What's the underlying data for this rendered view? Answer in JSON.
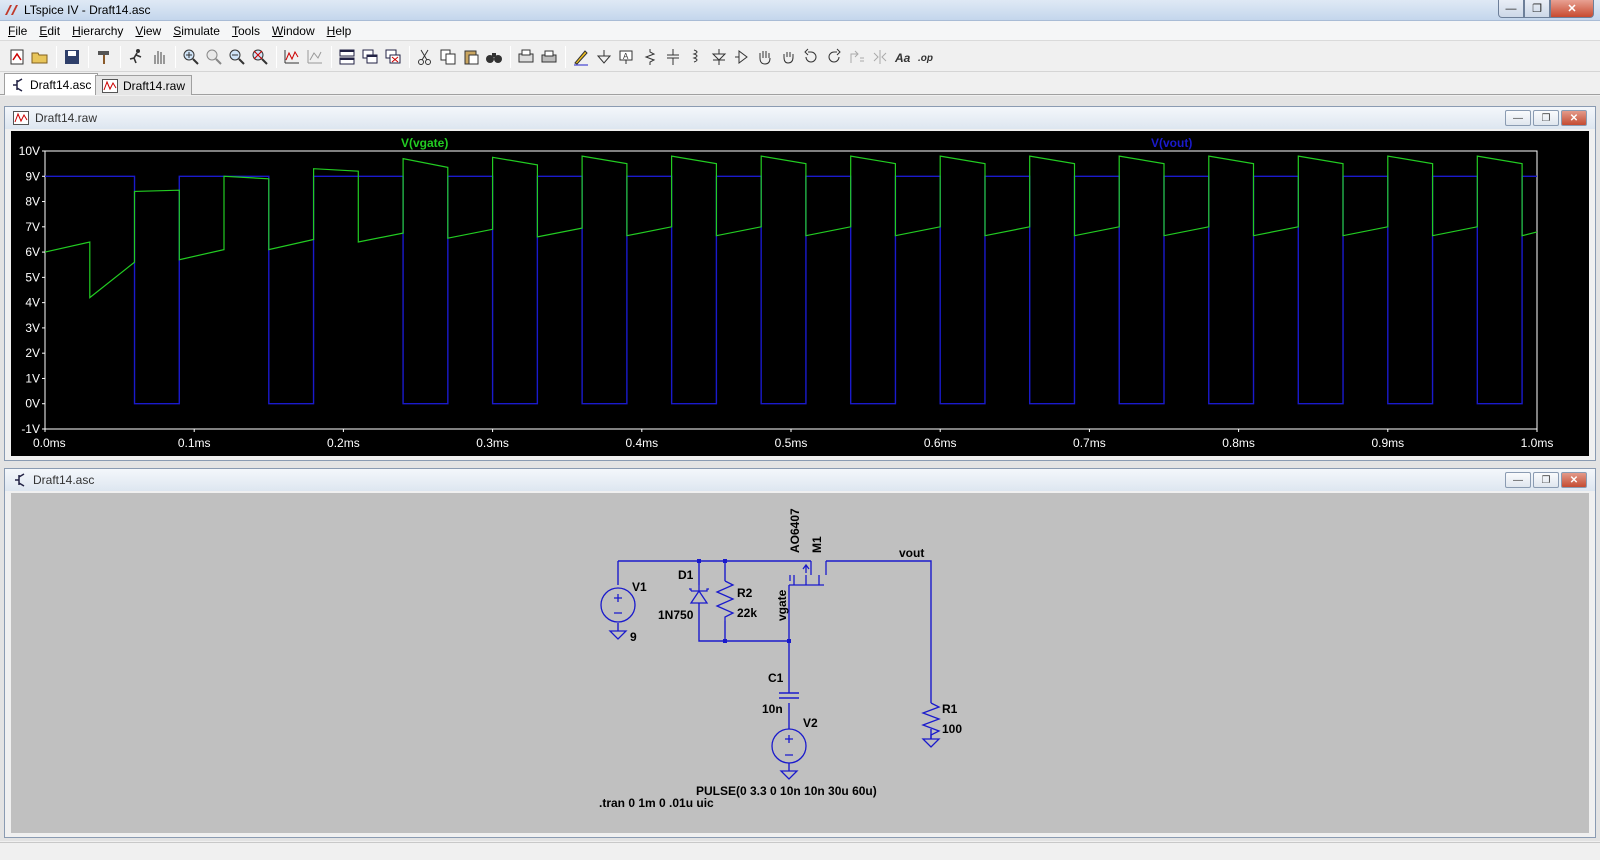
{
  "window": {
    "title": "LTspice IV - Draft14.asc",
    "minimize": "—",
    "maximize": "❐",
    "close": "✕"
  },
  "menu": [
    {
      "u": "F",
      "rest": "ile"
    },
    {
      "u": "E",
      "rest": "dit"
    },
    {
      "u": "H",
      "rest": "ierarchy"
    },
    {
      "u": "V",
      "rest": "iew"
    },
    {
      "u": "S",
      "rest": "imulate"
    },
    {
      "u": "T",
      "rest": "ools"
    },
    {
      "u": "W",
      "rest": "indow"
    },
    {
      "u": "H",
      "rest": "elp"
    }
  ],
  "tabs": [
    {
      "label": "Draft14.asc"
    },
    {
      "label": "Draft14.raw"
    }
  ],
  "waveform_window": {
    "title": "Draft14.raw",
    "trace_labels": [
      "V(vgate)",
      "V(vout)"
    ],
    "colors": {
      "vgate": "#22cc22",
      "vout": "#1a1acc",
      "background": "#000000",
      "axis": "#ffffff"
    },
    "y_ticks": [
      "10V",
      "9V",
      "8V",
      "7V",
      "6V",
      "5V",
      "4V",
      "3V",
      "2V",
      "1V",
      "0V",
      "-1V"
    ],
    "x_ticks": [
      "0.0ms",
      "0.1ms",
      "0.2ms",
      "0.3ms",
      "0.4ms",
      "0.5ms",
      "0.6ms",
      "0.7ms",
      "0.8ms",
      "0.9ms",
      "1.0ms"
    ]
  },
  "chart_data": {
    "type": "line",
    "xlabel": "",
    "ylabel": "",
    "xlim": [
      0,
      1.0
    ],
    "ylim": [
      -1,
      10
    ],
    "x_unit": "ms",
    "y_unit": "V",
    "vout": {
      "name": "V(vout)",
      "high": 9.0,
      "low": 0.0,
      "low_intervals_ms": [
        [
          0.06,
          0.09
        ],
        [
          0.15,
          0.18
        ],
        [
          0.24,
          0.27
        ],
        [
          0.3,
          0.33
        ],
        [
          0.36,
          0.39
        ],
        [
          0.42,
          0.45
        ],
        [
          0.48,
          0.51
        ],
        [
          0.54,
          0.57
        ],
        [
          0.6,
          0.63
        ],
        [
          0.66,
          0.69
        ],
        [
          0.72,
          0.75
        ],
        [
          0.78,
          0.81
        ],
        [
          0.84,
          0.87
        ],
        [
          0.9,
          0.93
        ],
        [
          0.96,
          0.99
        ]
      ]
    },
    "vgate": {
      "name": "V(vgate)",
      "x": [
        0.0,
        0.03,
        0.03,
        0.06,
        0.06,
        0.09,
        0.09,
        0.12,
        0.12,
        0.15,
        0.15,
        0.18,
        0.18,
        0.21,
        0.21,
        0.24,
        0.24,
        0.27,
        0.27,
        0.3,
        0.3,
        0.33,
        0.33,
        0.36,
        0.36,
        0.39,
        0.39,
        0.42,
        0.42,
        0.45,
        0.45,
        0.48,
        0.48,
        0.51,
        0.51,
        0.54,
        0.54,
        0.57,
        0.57,
        0.6,
        0.6,
        0.63,
        0.63,
        0.66,
        0.66,
        0.69,
        0.69,
        0.72,
        0.72,
        0.75,
        0.75,
        0.78,
        0.78,
        0.81,
        0.81,
        0.84,
        0.84,
        0.87,
        0.87,
        0.9,
        0.9,
        0.93,
        0.93,
        0.96,
        0.96,
        0.99,
        0.99,
        1.0
      ],
      "y": [
        6.0,
        6.4,
        4.2,
        5.6,
        8.4,
        8.45,
        5.7,
        6.1,
        9.0,
        8.9,
        6.1,
        6.5,
        9.3,
        9.2,
        6.4,
        6.75,
        9.7,
        9.35,
        6.55,
        6.9,
        9.75,
        9.45,
        6.6,
        6.95,
        9.8,
        9.5,
        6.65,
        7.0,
        9.8,
        9.5,
        6.65,
        7.0,
        9.8,
        9.5,
        6.65,
        7.0,
        9.8,
        9.5,
        6.65,
        7.0,
        9.8,
        9.5,
        6.65,
        7.0,
        9.8,
        9.5,
        6.65,
        7.0,
        9.8,
        9.5,
        6.65,
        7.0,
        9.8,
        9.5,
        6.65,
        7.0,
        9.8,
        9.5,
        6.65,
        7.0,
        9.8,
        9.5,
        6.65,
        7.0,
        9.8,
        9.5,
        6.65,
        6.8
      ]
    }
  },
  "schematic_window": {
    "title": "Draft14.asc",
    "colors": {
      "wire": "#1a1acc",
      "background": "#c0c0c0",
      "text": "#000000"
    },
    "labels": {
      "mosfet_model": "AO6407",
      "mosfet_name": "M1",
      "net_vout": "vout",
      "net_vgate": "vgate",
      "v1_name": "V1",
      "v1_value": "9",
      "d1_name": "D1",
      "d1_model": "1N750",
      "r2_name": "R2",
      "r2_value": "22k",
      "c1_name": "C1",
      "c1_value": "10n",
      "v2_name": "V2",
      "v2_value": "PULSE(0 3.3 0 10n 10n 30u 60u)",
      "r1_name": "R1",
      "r1_value": "100",
      "directive": ".tran 0 1m 0 .01u uic"
    }
  }
}
